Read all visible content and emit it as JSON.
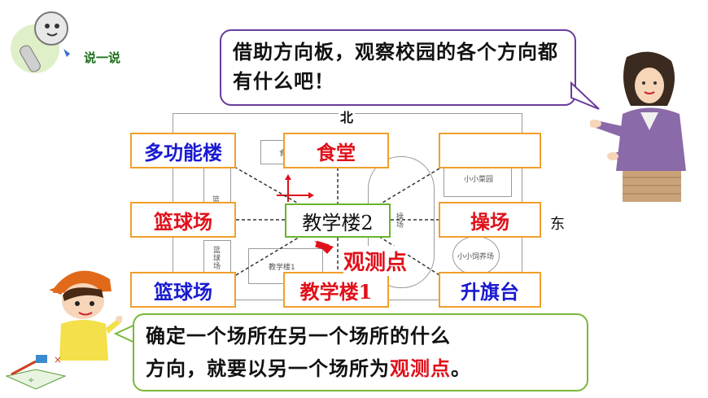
{
  "header": {
    "title": "说一说"
  },
  "teacher_bubble": {
    "text": "借助方向板，观察校园的各个方向都有什么吧！"
  },
  "compass": {
    "north": "北",
    "east": "东"
  },
  "map_small_labels": {
    "garden": "小小菜园",
    "farm": "小小饲养场",
    "playground": "操场",
    "building1": "教学楼1",
    "court_top": "篮",
    "court_bottom": "篮球场",
    "canteen": "食",
    "board": "教学楼2"
  },
  "places": {
    "top_left": "多功能楼",
    "top_center": "食堂",
    "top_right": "",
    "mid_left": "篮球场",
    "center": "教学楼2",
    "mid_right": "操场",
    "bottom_left": "篮球场",
    "bottom_center": "教学楼1",
    "bottom_right": "升旗台"
  },
  "observation_label": "观测点",
  "boy_bubble": {
    "line1": "确定一个场所在另一个场所的什么",
    "line2_prefix": "方向，就要以另一个场所为",
    "line2_highlight": "观测点",
    "line2_suffix": "。"
  },
  "colors": {
    "red": "#e0101a",
    "blue": "#1a1ad0",
    "orange_border": "#f0a02a",
    "purple_border": "#6a3c9a",
    "green_border": "#78b83a"
  }
}
